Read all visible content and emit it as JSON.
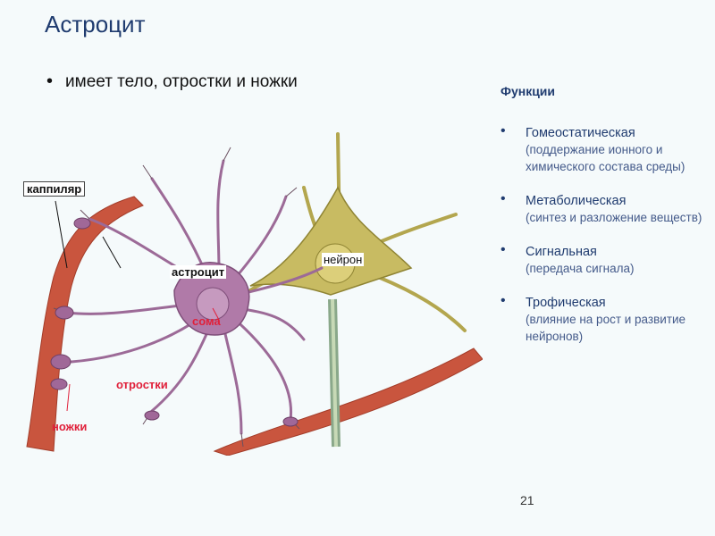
{
  "title": "Астроцит",
  "bullet": "имеет тело, отростки и ножки",
  "functions": {
    "heading": "Функции",
    "items": [
      {
        "name": "Гомеостатическая",
        "desc": "(поддержание ионного и химического состава среды)"
      },
      {
        "name": "Метаболическая",
        "desc": "(синтез и разложение веществ)"
      },
      {
        "name": "Сигнальная",
        "desc": "(передача сигнала)"
      },
      {
        "name": "Трофическая",
        "desc": "(влияние на рост и развитие нейронов)"
      }
    ]
  },
  "figure": {
    "labels": {
      "capillary": "каппиляр",
      "astrocyte": "астроцит",
      "neuron": "нейрон",
      "soma": "сома",
      "processes": "отростки",
      "feet": "ножки"
    },
    "colors": {
      "astrocyte": "#b07aa8",
      "neuron": "#c8bb62",
      "capillary": "#c9553e",
      "label_red": "#e0203a"
    }
  },
  "page_number": "21"
}
